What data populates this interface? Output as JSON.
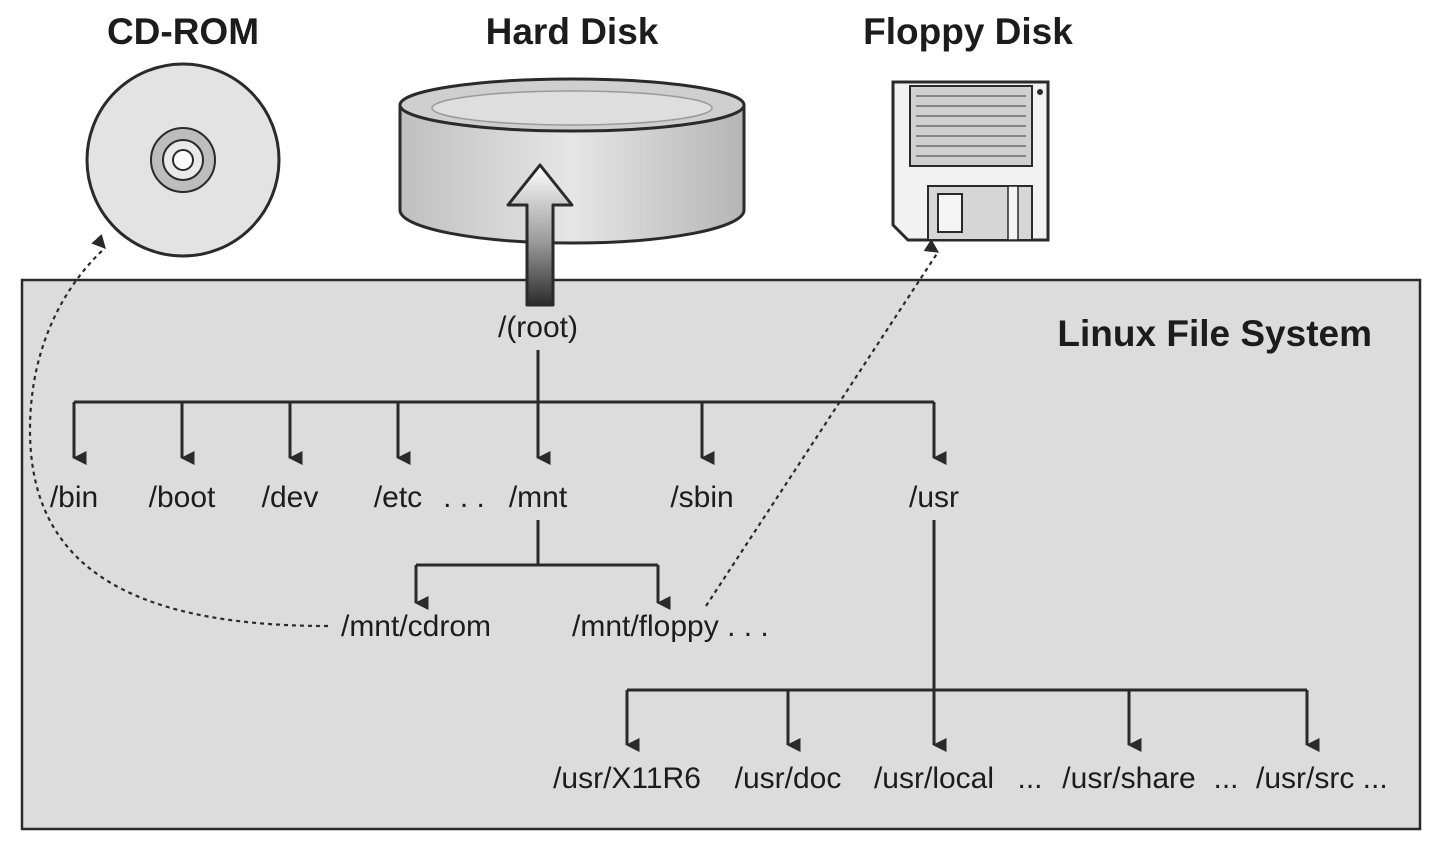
{
  "devices": {
    "cdrom": "CD-ROM",
    "hard_disk": "Hard Disk",
    "floppy": "Floppy Disk"
  },
  "panel": {
    "title": "Linux File System"
  },
  "tree": {
    "root": "/(root)",
    "level1": [
      "/bin",
      "/boot",
      "/dev",
      "/etc",
      ". . .",
      "/mnt",
      "/sbin",
      "/usr"
    ],
    "mnt_children": [
      "/mnt/cdrom",
      "/mnt/floppy . . ."
    ],
    "usr_children": [
      "/usr/X11R6",
      "/usr/doc",
      "/usr/local",
      "...",
      "/usr/share",
      "...",
      "/usr/src ..."
    ]
  },
  "colors": {
    "panel_fill": "#dcdcdc",
    "device_fill": "#d9d9d9",
    "line": "#2a2a2a"
  }
}
